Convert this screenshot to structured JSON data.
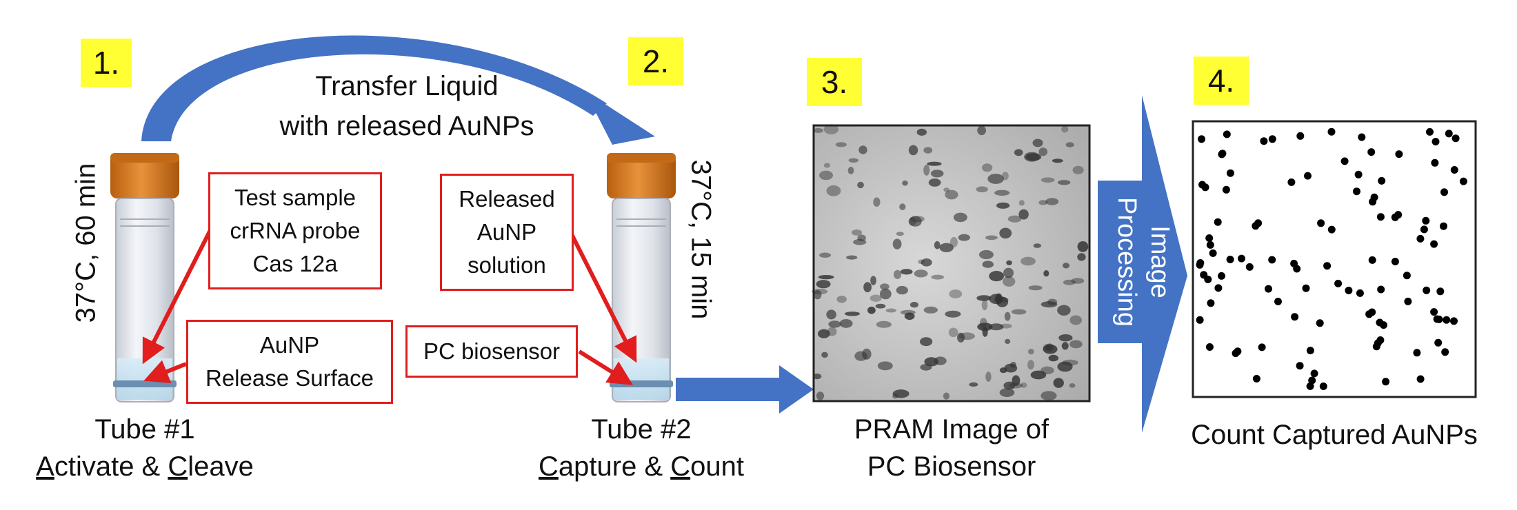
{
  "steps": [
    "1.",
    "2.",
    "3.",
    "4."
  ],
  "transfer": {
    "line1": "Transfer Liquid",
    "line2": "with released AuNPs"
  },
  "tube1": {
    "condition": "37°C, 60 min",
    "name": "Tube #1",
    "action": {
      "l1": "A",
      "r1": "ctivate & ",
      "l2": "C",
      "r2": "leave"
    }
  },
  "tube2": {
    "condition": "37°C, 15 min",
    "name": "Tube #2",
    "action": {
      "l1": "C",
      "r1": "apture & ",
      "l2": "C",
      "r2": "ount"
    }
  },
  "boxes": {
    "sample": [
      "Test sample",
      "crRNA probe",
      "Cas 12a"
    ],
    "release_surface": [
      "AuNP",
      "Release Surface"
    ],
    "released": [
      "Released",
      "AuNP",
      "solution"
    ],
    "pc": [
      "PC biosensor"
    ]
  },
  "image_processing": [
    "Image",
    "Processing"
  ],
  "pram_caption": [
    "PRAM Image of",
    "PC Biosensor"
  ],
  "count_caption": "Count Captured AuNPs",
  "colors": {
    "arrow_blue": "#4472c4",
    "step_yellow": "#ffff33",
    "box_red": "#e11d1d",
    "cap_orange": "#d47a1e"
  }
}
